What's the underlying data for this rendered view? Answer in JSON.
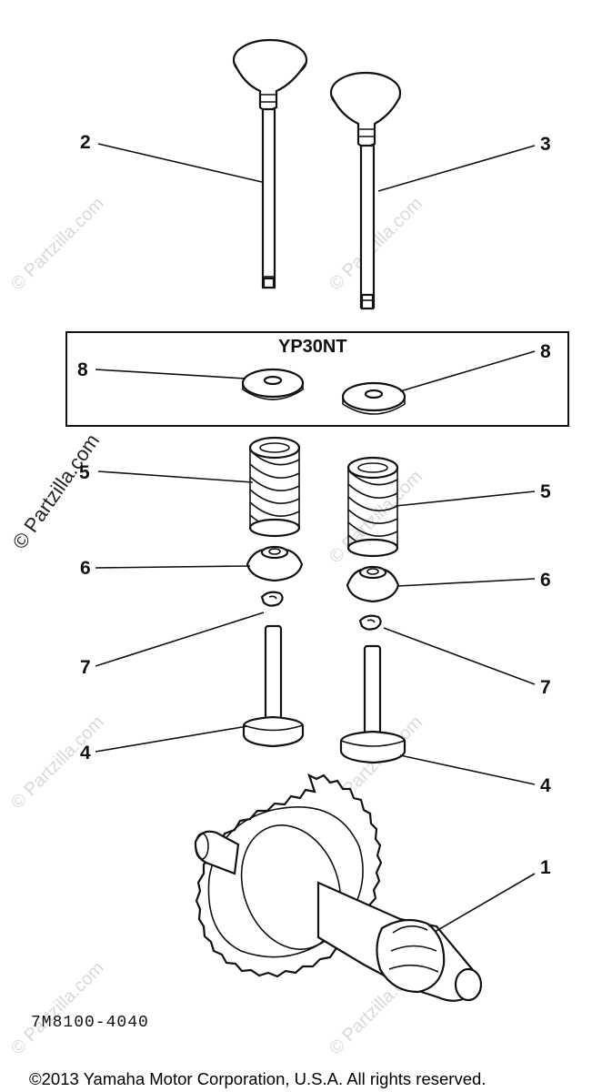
{
  "group_title": "YP30NT",
  "diagram_code": "7M8100-4040",
  "copyright": "©2013  Yamaha Motor Corporation, U.S.A. All rights reserved.",
  "watermark": "© Partzilla.com",
  "callouts": {
    "c1": "1",
    "c2": "2",
    "c3": "3",
    "c4a": "4",
    "c4b": "4",
    "c5a": "5",
    "c5b": "5",
    "c6a": "6",
    "c6b": "6",
    "c7a": "7",
    "c7b": "7",
    "c8a": "8",
    "c8b": "8"
  }
}
